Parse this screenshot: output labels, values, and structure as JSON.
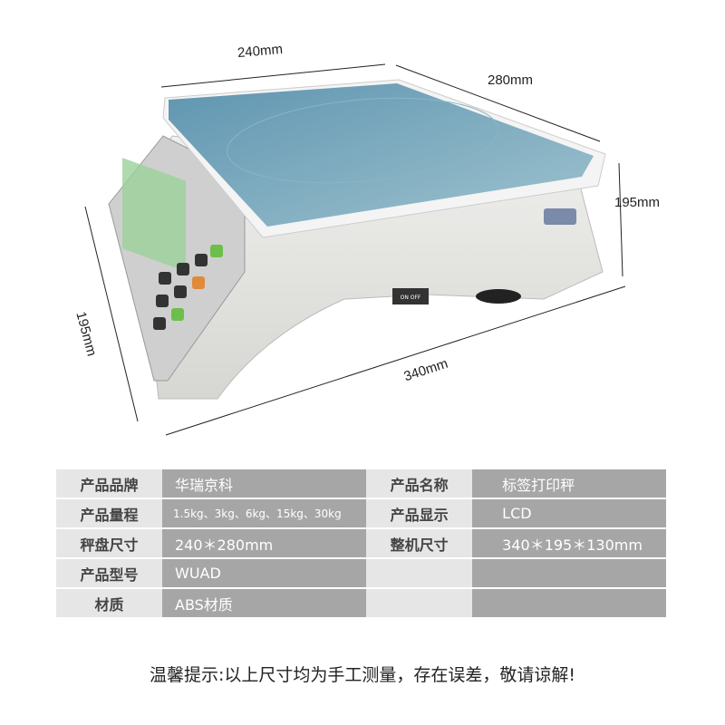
{
  "dimensions": {
    "top_width": "240mm",
    "top_depth": "280mm",
    "right_height": "195mm",
    "left_height": "195mm",
    "base_length": "340mm"
  },
  "switch_label": "ON OFF",
  "specs": [
    {
      "label1": "产品品牌",
      "value1": "华瑞京科",
      "label2": "产品名称",
      "value2": "标签打印秤"
    },
    {
      "label1": "产品量程",
      "value1": "1.5kg、3kg、6kg、15kg、30kg",
      "label2": "产品显示",
      "value2": "LCD"
    },
    {
      "label1": "秤盘尺寸",
      "value1": "240＊280mm",
      "label2": "整机尺寸",
      "value2": "340＊195＊130mm"
    },
    {
      "label1": "产品型号",
      "value1": "WUAD",
      "label2": "",
      "value2": ""
    },
    {
      "label1": "材质",
      "value1": "ABS材质",
      "label2": "",
      "value2": ""
    }
  ],
  "note": "温馨提示:以上尺寸均为手工测量，存在误差，敬请谅解!",
  "colors": {
    "label_bg": "#e6e6e6",
    "value_bg": "#a6a6a6",
    "platter": "#6f9fb5"
  }
}
